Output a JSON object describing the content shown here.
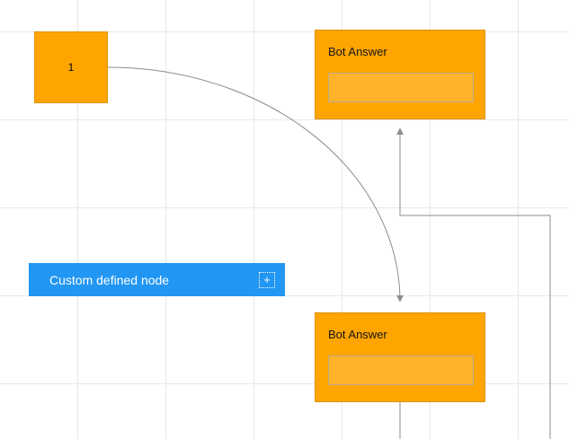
{
  "canvas": {
    "background": "#ffffff",
    "grid_color": "#e8e8e8"
  },
  "nodes": {
    "node1": {
      "label": "1",
      "fill": "#ffa502"
    },
    "bot_answer_top": {
      "title": "Bot Answer",
      "fill": "#ffa502",
      "input_value": ""
    },
    "bot_answer_bottom": {
      "title": "Bot Answer",
      "fill": "#ffa502",
      "input_value": ""
    },
    "custom_node": {
      "label": "Custom defined node",
      "fill": "#2196f3",
      "plus_icon": "+"
    }
  },
  "connectors": {
    "color": "#8c8c8c",
    "curve": {
      "from": "node1",
      "to": "bot_answer_bottom"
    },
    "orthogonal": {
      "from": "bot_answer_bottom",
      "to": "bot_answer_top"
    }
  }
}
